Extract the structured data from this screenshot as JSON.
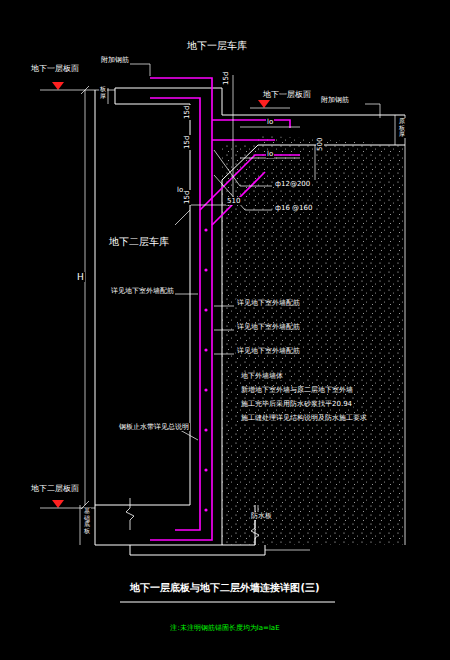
{
  "diagram": {
    "title": "地下一层底板与地下二层外墙连接详图(三)",
    "caption": "注:未注明钢筋锚固长度均为la=laE",
    "labels": [
      "地下一层车库",
      "地下一层板面",
      "附加钢筋",
      "板厚",
      "15d",
      "地下一层板面",
      "附加钢筋",
      "原板厚",
      "15d",
      "lo",
      "15d",
      "lo",
      "500",
      "ф12@200",
      "ф16 @160",
      "lo",
      "510",
      "15d",
      "地下二层车库",
      "H",
      "详见地下室外墙配筋",
      "详见地下室外墙配筋",
      "详见地下室外墙配筋",
      "详见地下室外墙配筋",
      "地下外墙墙体",
      "新增地下室外墙与原二层地下室外墙",
      "施工完毕后采用防水砂浆找平20.94",
      "施工缝处理详见结构说明及防水施工要求",
      "钢板止水带详见总说明",
      "地下二层板面",
      "防水板",
      "基础底板"
    ]
  }
}
